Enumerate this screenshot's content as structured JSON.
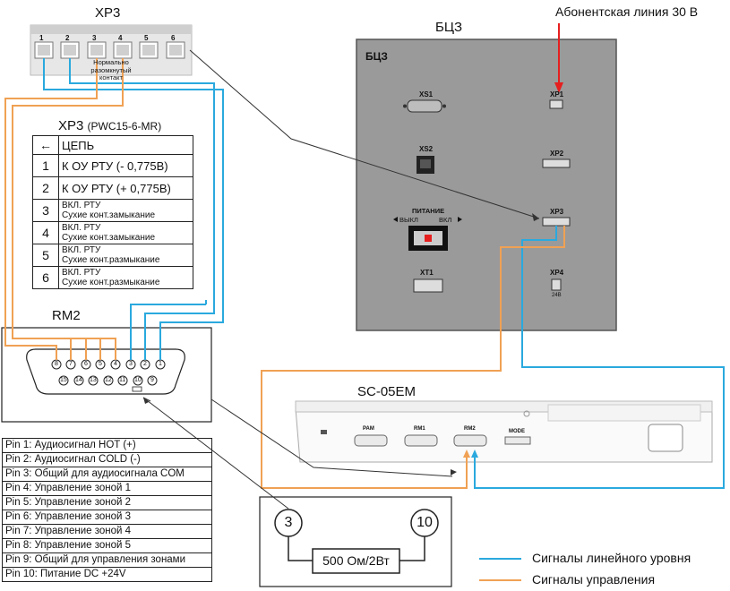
{
  "xp3_left": {
    "title": "XP3",
    "pins": [
      "1",
      "2",
      "3",
      "4",
      "5",
      "6"
    ],
    "note_line1": "Нормально",
    "note_line2": "разомкнутый",
    "note_line3": "контакт"
  },
  "circuit_table": {
    "title": "XP3",
    "title_suffix": "(PWC15-6-MR)",
    "header_arrow": "←",
    "header": "ЦЕПЬ",
    "rows": [
      {
        "num": "1",
        "line1": "К ОУ РТУ (- 0,775В)",
        "line2": ""
      },
      {
        "num": "2",
        "line1": "К ОУ РТУ (+ 0,775В)",
        "line2": ""
      },
      {
        "num": "3",
        "line1": "ВКЛ. РТУ",
        "line2": "Сухие конт.замыкание"
      },
      {
        "num": "4",
        "line1": "ВКЛ. РТУ",
        "line2": "Сухие конт.замыкание"
      },
      {
        "num": "5",
        "line1": "ВКЛ. РТУ",
        "line2": "Сухие конт.размыкание"
      },
      {
        "num": "6",
        "line1": "ВКЛ. РТУ",
        "line2": "Сухие конт.размыкание"
      }
    ]
  },
  "rm2": {
    "title": "RM2",
    "top_pins": [
      "8",
      "7",
      "6",
      "5",
      "4",
      "3",
      "2",
      "1"
    ],
    "bottom_pins": [
      "15",
      "14",
      "13",
      "12",
      "11",
      "10",
      "9"
    ]
  },
  "pin_table": [
    "Pin 1:  Аудиосигнал HOT (+)",
    "Pin 2:  Аудиосигнал COLD (-)",
    "Pin 3:  Общий для аудиосигнала COM",
    "Pin 4:  Управление зоной 1",
    "Pin 5:  Управление зоной 2",
    "Pin 6:  Управление зоной 3",
    "Pin 7:  Управление зоной 4",
    "Pin 8:  Управление зоной 5",
    "Pin 9:  Общий для управления зонами",
    "Pin 10: Питание DC +24V"
  ],
  "resistor": {
    "left": "3",
    "right": "10",
    "label": "500 Ом/2Вт"
  },
  "bcz": {
    "title": "БЦЗ",
    "inner_title": "БЦЗ",
    "subscriber_line": "Абонентская линия 30 В",
    "xs1": "XS1",
    "xs2": "XS2",
    "xp1": "XP1",
    "xp2": "XP2",
    "xp3": "XP3",
    "xp4": "XP4",
    "xt1": "XT1",
    "power": "ПИТАНИЕ",
    "off": "ВЫКЛ",
    "on": "ВКЛ",
    "xp4_sub": "24В"
  },
  "sc05": {
    "title": "SC-05EM",
    "pam": "PAM",
    "rm1": "RM1",
    "rm2": "RM2",
    "mode": "MODE"
  },
  "legend": {
    "line_level": "Сигналы линейного уровня",
    "control": "Сигналы управления"
  },
  "colors": {
    "line_level": "#2aa9de",
    "control": "#f0a154",
    "red": "#e61e1e",
    "panel": "#9a9a9a"
  }
}
